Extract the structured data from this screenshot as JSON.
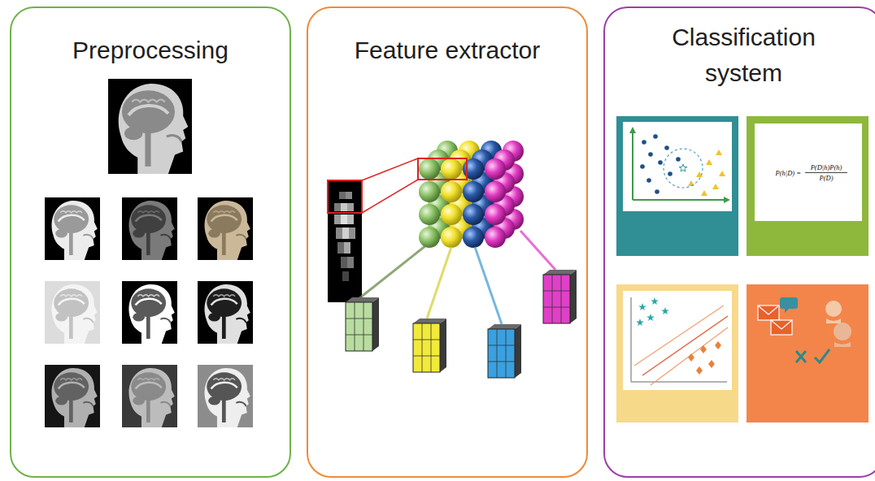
{
  "diagram": {
    "nodes": [
      {
        "text": [
          "Preprocessing"
        ]
      },
      {
        "text": [
          "Feature extractor"
        ]
      },
      {
        "text": [
          "Classification system"
        ]
      }
    ],
    "labels": [
      "P(h|D) =",
      "P(D|h)P(h)",
      "P(D)"
    ]
  }
}
